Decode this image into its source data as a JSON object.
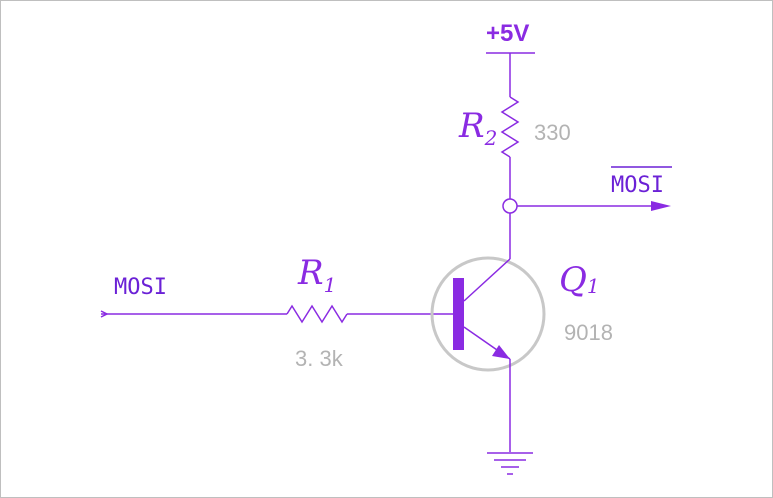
{
  "supply": {
    "label": "+5V"
  },
  "input": {
    "label": "MOSI"
  },
  "output": {
    "label": "MOSI"
  },
  "resistor_r1": {
    "name": "R",
    "subscript": "1",
    "value": "3. 3k"
  },
  "resistor_r2": {
    "name": "R",
    "subscript": "2",
    "value": "330"
  },
  "transistor_q1": {
    "name": "Q",
    "subscript": "1",
    "model": "9018"
  },
  "colors": {
    "wire": "#8a2be2",
    "value_text": "#b3b3b3",
    "transistor_circle": "#c8c8c8"
  }
}
